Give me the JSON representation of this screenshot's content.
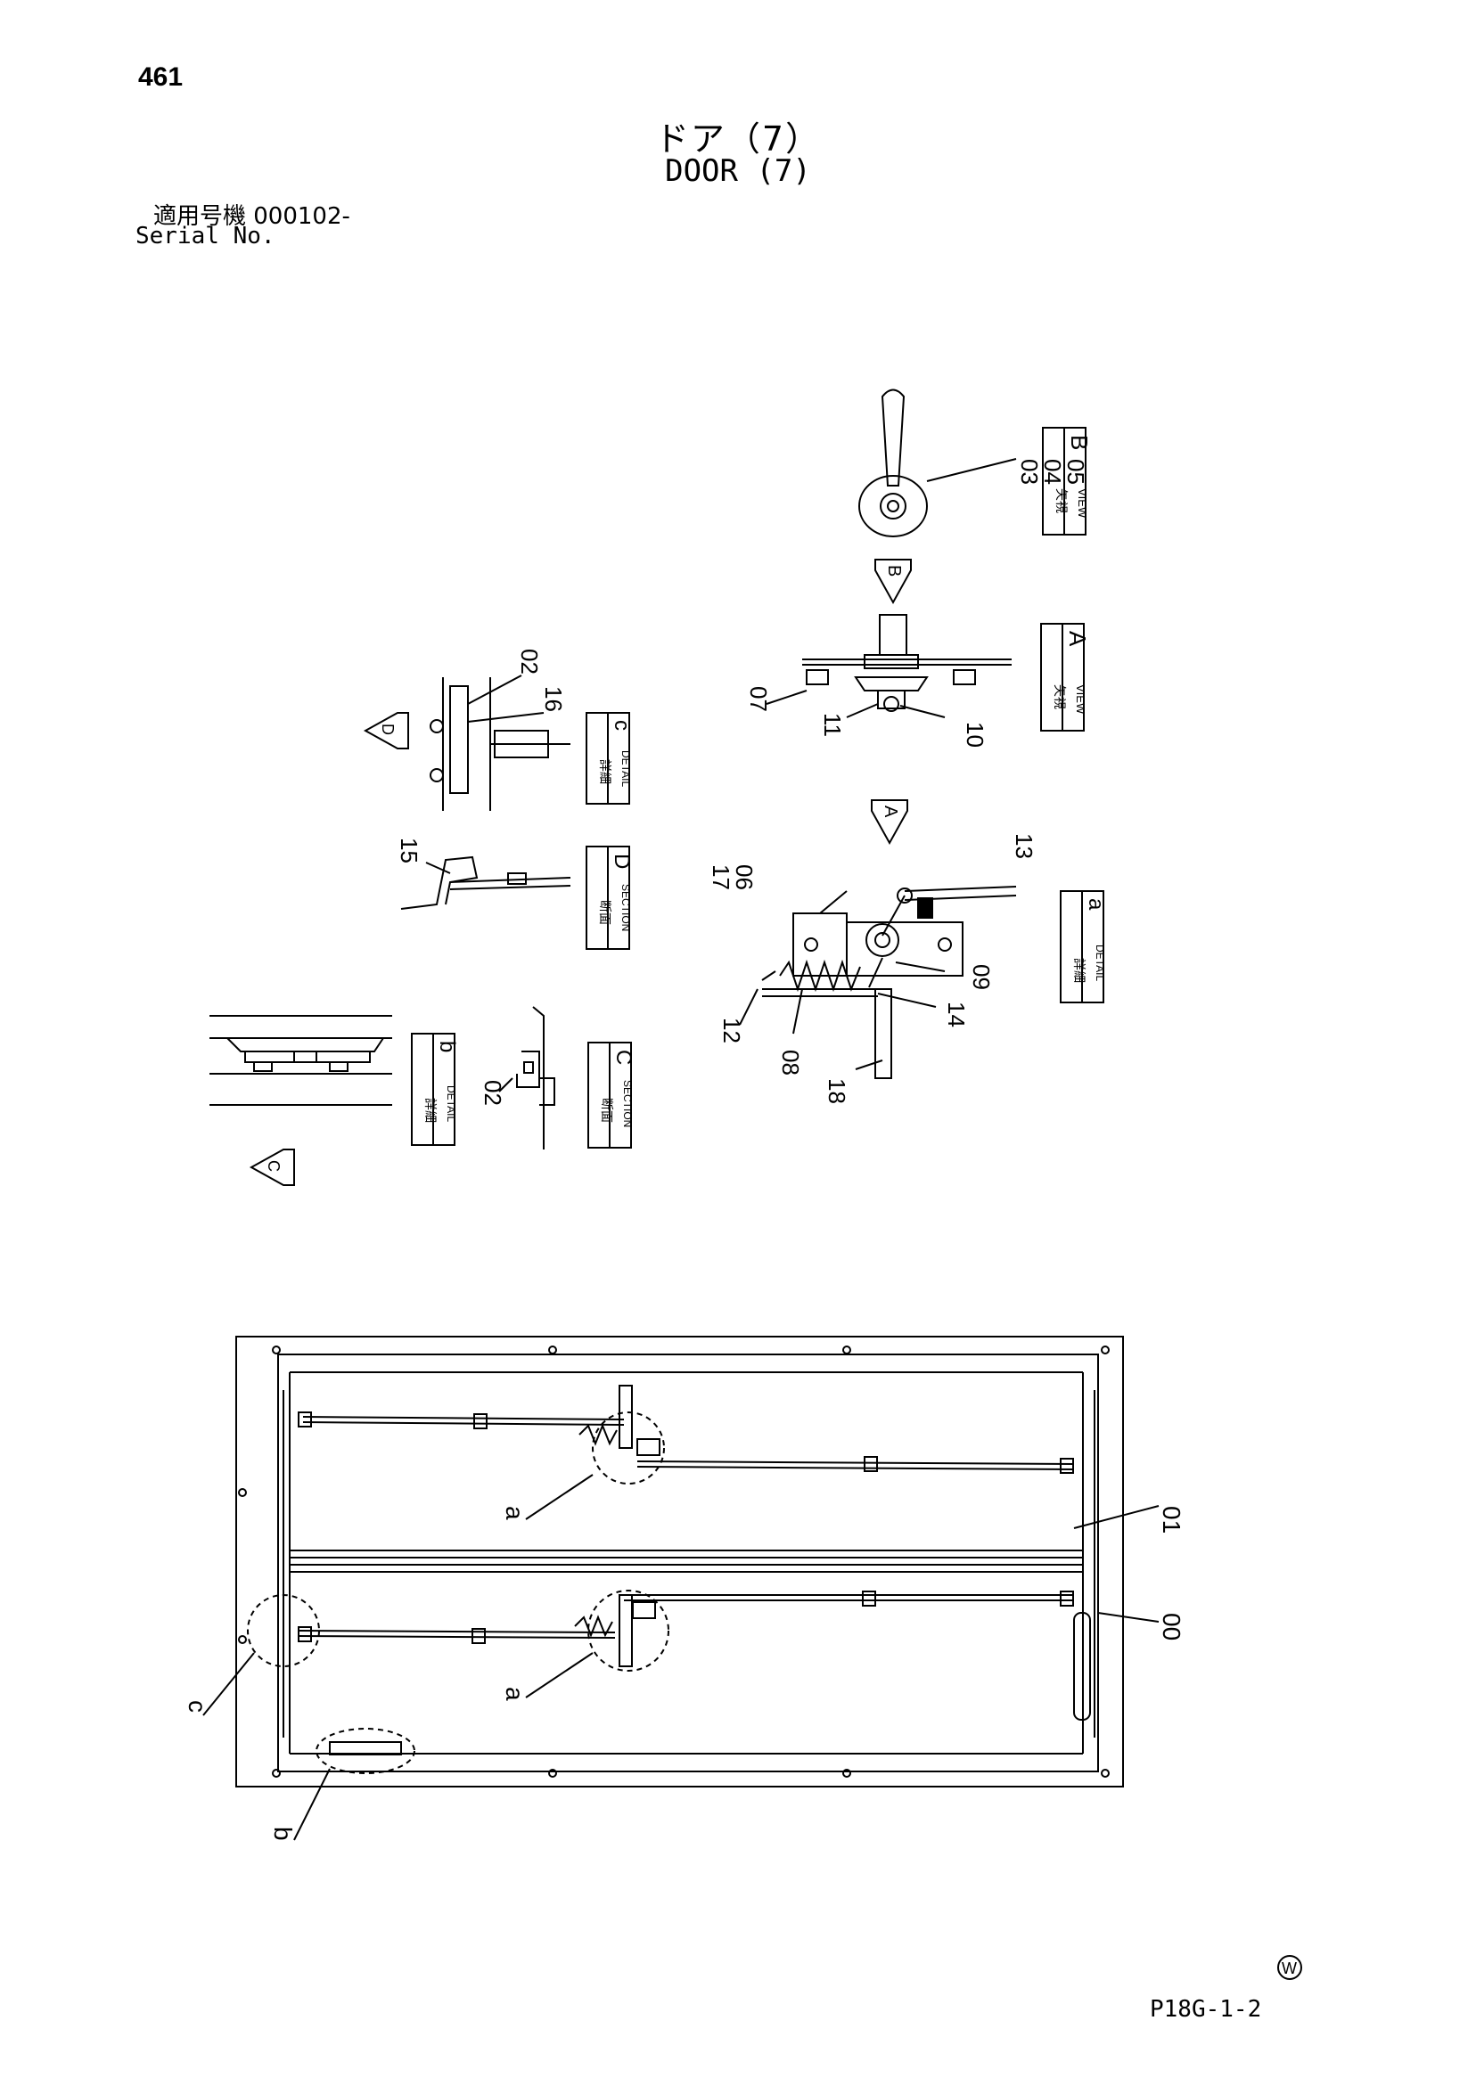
{
  "page": {
    "number": "461",
    "title_ja": "ドア（7）",
    "title_en": "DOOR (7)",
    "serial_label_ja": "適用号機 000102-",
    "serial_label_en": "Serial No.",
    "footer_code": "P18G-1-2",
    "maker_mark": "W"
  },
  "diagram": {
    "part_numbers": [
      "00",
      "01",
      "02",
      "03",
      "04",
      "05",
      "06",
      "07",
      "08",
      "09",
      "10",
      "11",
      "12",
      "13",
      "14",
      "15",
      "16",
      "17",
      "18"
    ],
    "view_arrows": [
      "A",
      "B",
      "C",
      "D"
    ],
    "detail_callouts": [
      "a",
      "b",
      "c"
    ],
    "labels": {
      "view_b": {
        "ja": "矢視",
        "en": "VIEW",
        "letter": "B"
      },
      "view_a": {
        "ja": "矢視",
        "en": "VIEW",
        "letter": "A"
      },
      "detail_c": {
        "ja": "詳細",
        "en": "DETAIL",
        "letter": "c"
      },
      "section_d": {
        "ja": "断面",
        "en": "SECTION",
        "letter": "D"
      },
      "detail_a": {
        "ja": "詳細",
        "en": "DETAIL",
        "letter": "a"
      },
      "detail_b": {
        "ja": "詳細",
        "en": "DETAIL",
        "letter": "b"
      },
      "section_c": {
        "ja": "断面",
        "en": "SECTION",
        "letter": "C"
      }
    },
    "callout_texts": {
      "p03": "03",
      "p04": "04",
      "p05": "05",
      "p02a": "02",
      "p16": "16",
      "p07": "07",
      "p11": "11",
      "p10": "10",
      "p13": "13",
      "p17": "17",
      "p06": "06",
      "p15": "15",
      "p12": "12",
      "p08": "08",
      "p09": "09",
      "p14": "14",
      "p18": "18",
      "p02b": "02",
      "p01": "01",
      "p00": "00",
      "ca1": "a",
      "ca2": "a",
      "cb": "b",
      "cc": "c",
      "arrowA": "A",
      "arrowB": "B",
      "arrowC": "C",
      "arrowD": "D"
    }
  }
}
